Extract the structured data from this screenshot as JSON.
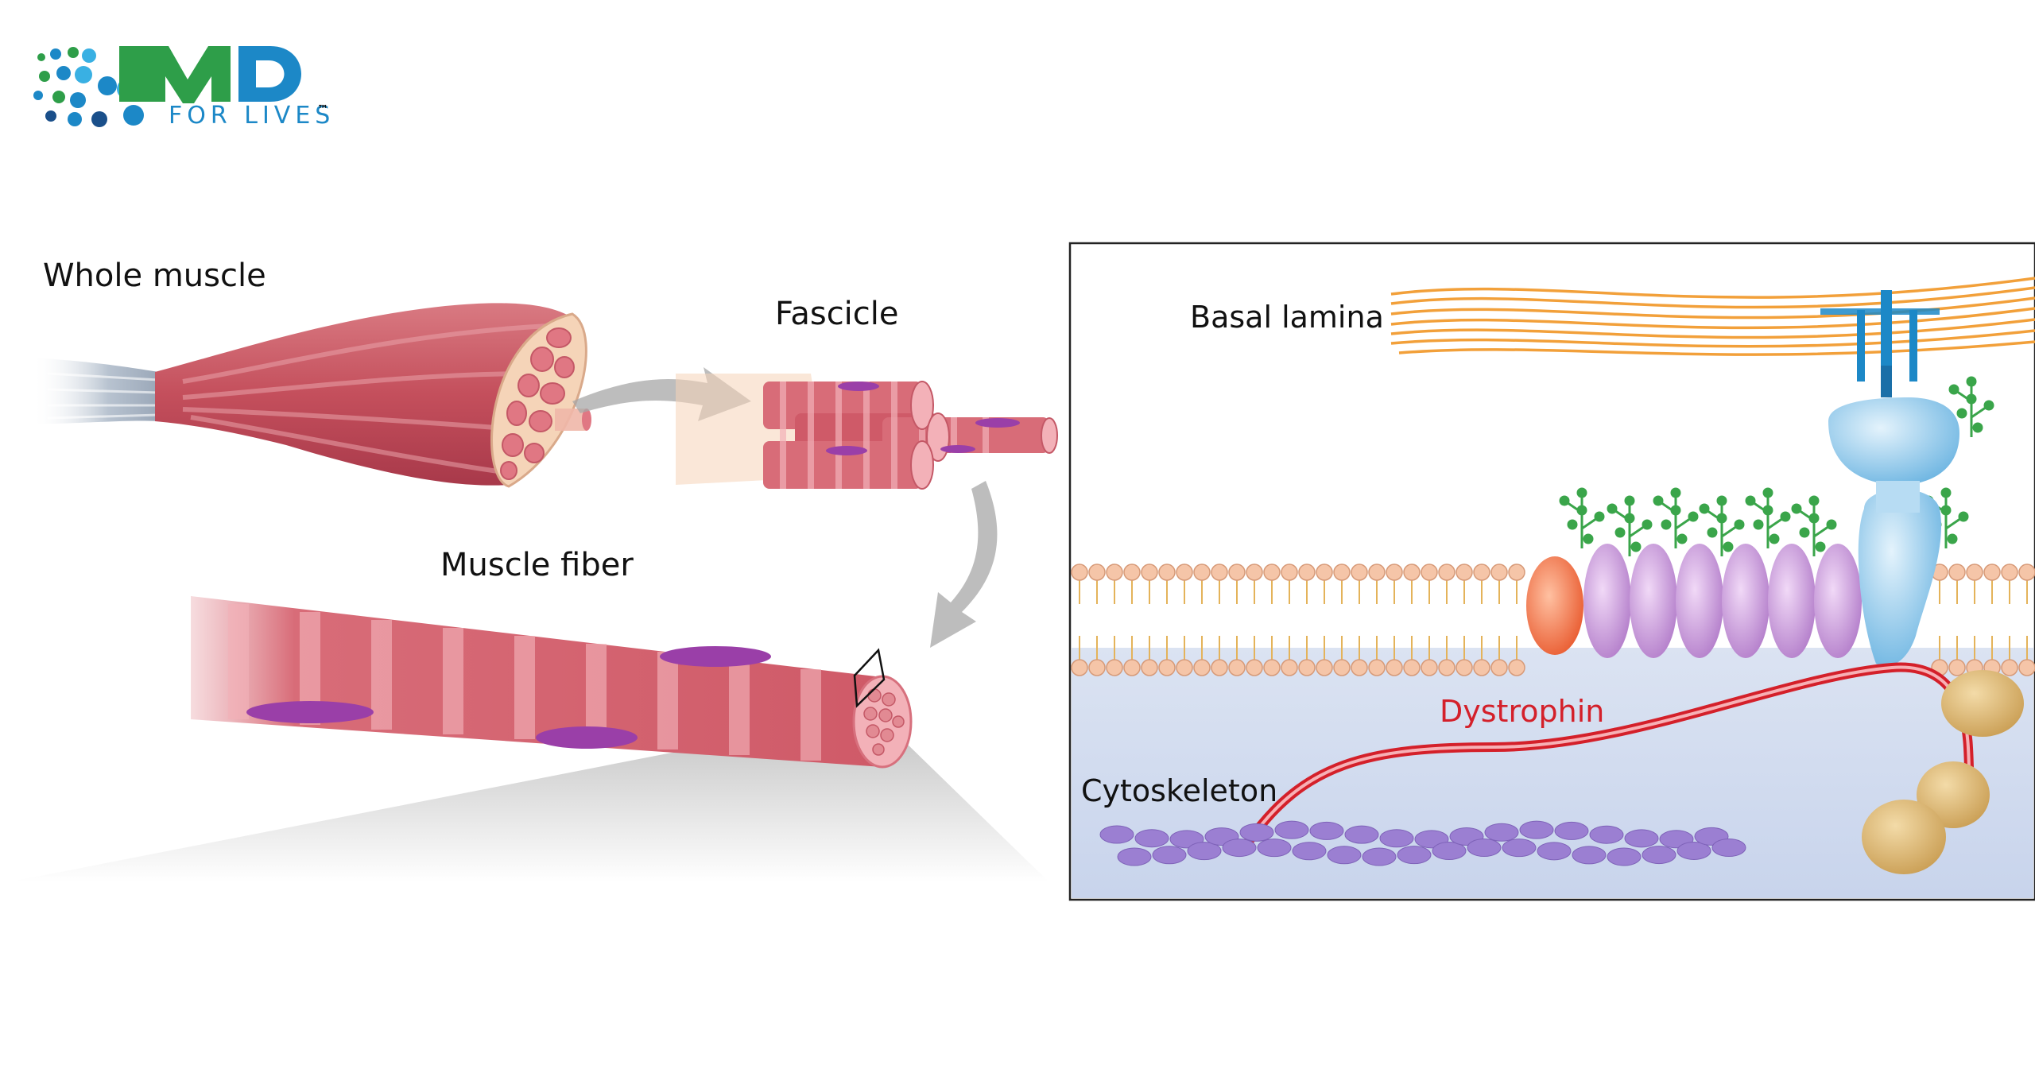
{
  "logo": {
    "brand": "MD",
    "tagline": "FOR LIVES",
    "trademark": "™",
    "colors": {
      "green": "#2e9e49",
      "blue": "#1c88c7",
      "navy": "#1a4f8a"
    }
  },
  "left_panel": {
    "whole_muscle_label": "Whole muscle",
    "fascicle_label": "Fascicle",
    "muscle_fiber_label": "Muscle fiber",
    "colors": {
      "muscle": "#c9525e",
      "muscle_light": "#e4a0a6",
      "nucleus": "#9a3fa8",
      "tendon": "#c8d0da"
    }
  },
  "right_panel": {
    "basal_lamina_label": "Basal lamina",
    "dystrophin_label": "Dystrophin",
    "cytoskeleton_label": "Cytoskeleton",
    "colors": {
      "lamina": "#f2a03a",
      "lipid_head": "#f5c5a8",
      "sarcoglycan": "#c89ad8",
      "dystroglycan": "#9fd0ee",
      "orange_protein": "#f07a48",
      "glycan": "#3aa54a",
      "dystrophin": "#d4202a",
      "actin": "#9b7fd2",
      "cytoplasm": "#d1dcef",
      "tan_protein": "#d8b470",
      "panel_border": "#222222"
    }
  }
}
